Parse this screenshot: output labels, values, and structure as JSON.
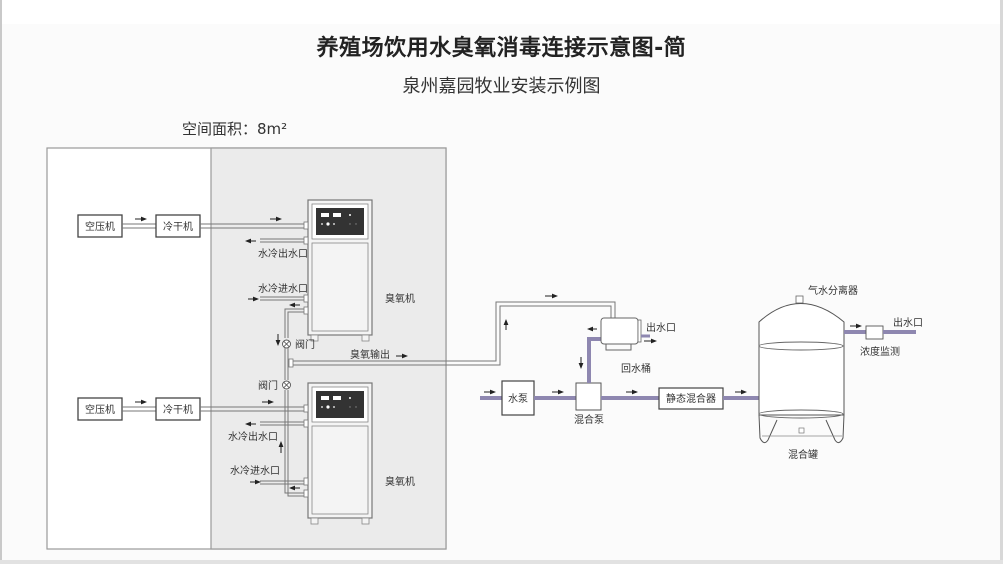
{
  "title": "养殖场饮用水臭氧消毒连接示意图-简",
  "subtitle": "泉州嘉园牧业安装示例图",
  "area_label": "空间面积：8m²",
  "colors": {
    "water_pipe": "#8e87b0",
    "room_fill": "#ebebeb",
    "panel": "#333333"
  },
  "units": {
    "upper": {
      "air_compressor": "空压机",
      "cold_dryer": "冷干机",
      "cooling_outlet": "水冷出水口",
      "cooling_inlet": "水冷进水口",
      "generator": "臭氧机",
      "valve": "阀门"
    },
    "lower": {
      "air_compressor": "空压机",
      "cold_dryer": "冷干机",
      "cooling_outlet": "水冷出水口",
      "cooling_inlet": "水冷进水口",
      "generator": "臭氧机",
      "valve": "阀门"
    }
  },
  "ozone_output": "臭氧输出",
  "water_system": {
    "return_tank": "回水桶",
    "return_tank_outlet": "出水口",
    "water_pump": "水泵",
    "mixing_pump": "混合泵",
    "static_mixer": "静态混合器",
    "gas_water_separator": "气水分离器",
    "mixing_tank": "混合罐",
    "concentration_monitor": "浓度监测",
    "final_outlet": "出水口"
  }
}
